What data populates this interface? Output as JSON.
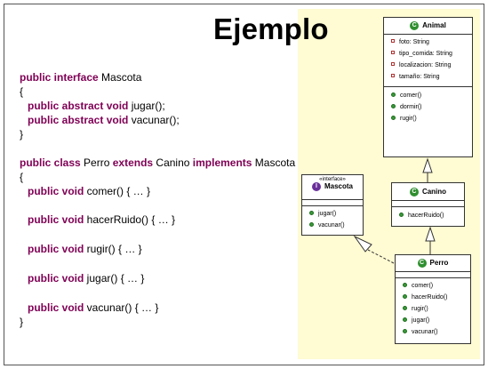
{
  "title": "Ejemplo",
  "code": {
    "interface_decl": {
      "kw": "public interface",
      "name": " Mascota"
    },
    "open1": "{",
    "abs1": {
      "kw": "public abstract void",
      "rest": " jugar();"
    },
    "abs2": {
      "kw": "public abstract void",
      "rest": " vacunar();"
    },
    "close1": "}",
    "class_decl": {
      "kw1": "public class",
      "name": " Perro ",
      "kw2": "extends",
      "parent": " Canino ",
      "kw3": "implements",
      "iface": " Mascota"
    },
    "open2": "{",
    "m1": {
      "kw": "public void",
      "rest": " comer() { … }"
    },
    "m2": {
      "kw": "public void",
      "rest": " hacerRuido() { … }"
    },
    "m3": {
      "kw": "public void",
      "rest": " rugir() { … }"
    },
    "m4": {
      "kw": "public void",
      "rest": " jugar() { … }"
    },
    "m5": {
      "kw": "public void",
      "rest": " vacunar() { … }"
    },
    "close2": "}"
  },
  "uml": {
    "animal": {
      "name": "Animal",
      "icon": "class-icon",
      "icon_letter": "C",
      "attributes": [
        "foto: String",
        "tipo_comida: String",
        "localizacion: String",
        "tamaño: String"
      ],
      "methods": [
        "comer()",
        "dormir()",
        "rugir()"
      ]
    },
    "canino": {
      "name": "Canino",
      "icon": "class-icon",
      "icon_letter": "C",
      "methods": [
        "hacerRuido()"
      ]
    },
    "mascota": {
      "stereotype": "«interface»",
      "name": "Mascota",
      "icon": "interface-icon",
      "icon_letter": "I",
      "methods": [
        "jugar()",
        "vacunar()"
      ]
    },
    "perro": {
      "name": "Perro",
      "icon": "class-icon",
      "icon_letter": "C",
      "methods": [
        "comer()",
        "hacerRuido()",
        "rugir()",
        "jugar()",
        "vacunar()"
      ]
    }
  },
  "colors": {
    "keyword": "#7f0055",
    "uml_background": "#fffbd2",
    "class_icon": "#2f8f2f",
    "interface_icon": "#6a2f9a"
  }
}
